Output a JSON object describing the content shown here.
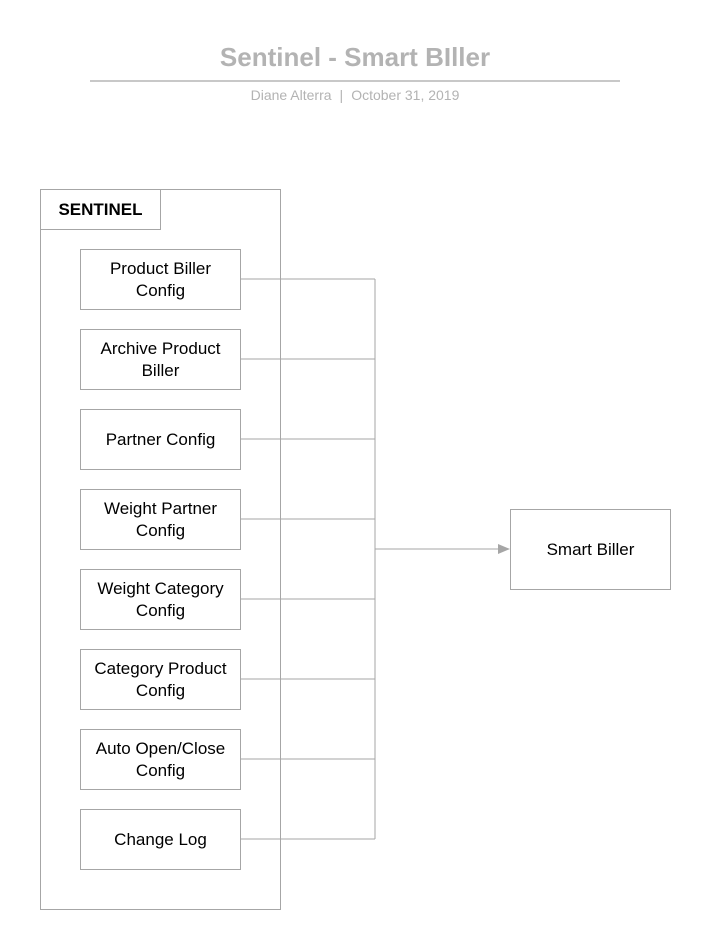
{
  "header": {
    "title": "Sentinel - Smart BIller",
    "author": "Diane Alterra",
    "separator": "|",
    "date": "October 31, 2019"
  },
  "diagram": {
    "container_label": "SENTINEL",
    "nodes": [
      "Product Biller Config",
      "Archive Product Biller",
      "Partner Config",
      "Weight Partner Config",
      "Weight Category Config",
      "Category Product Config",
      "Auto Open/Close Config",
      "Change Log"
    ],
    "target": "Smart Biller",
    "colors": {
      "line": "#a6a6a6",
      "border": "#a6a6a6",
      "title": "#b3b3b3"
    }
  }
}
